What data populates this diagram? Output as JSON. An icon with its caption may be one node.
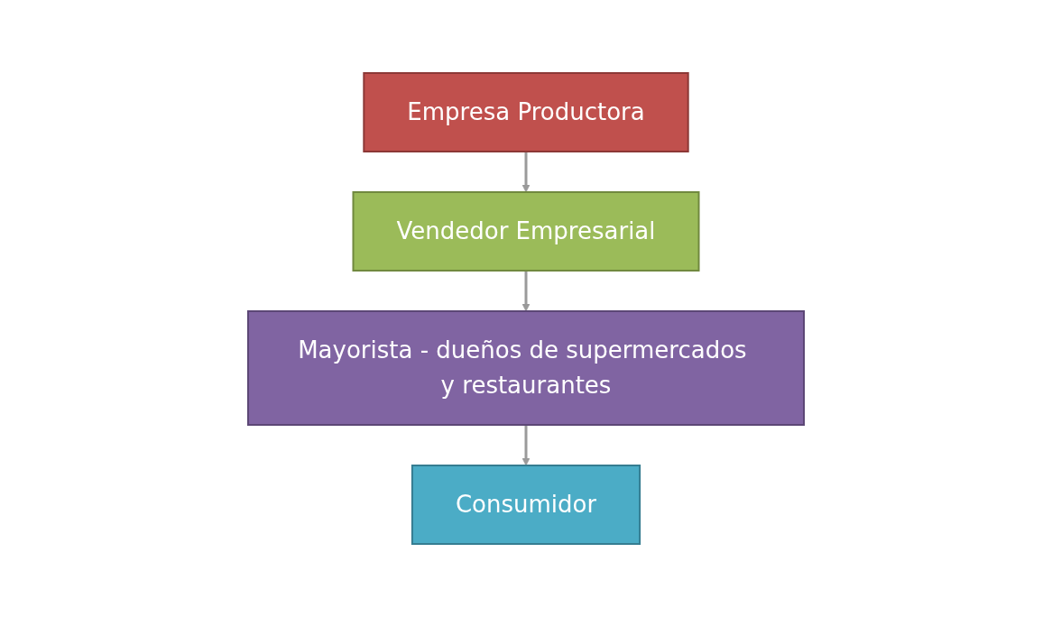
{
  "diagram": {
    "nodes": [
      {
        "text": [
          "Empresa Productora"
        ]
      },
      {
        "text": [
          "Vendedor Empresarial"
        ]
      },
      {
        "text": [
          "Mayorista - dueños de supermercados y restaurantes"
        ]
      },
      {
        "text": [
          "Consumidor"
        ]
      }
    ],
    "edges": [
      {
        "from": 0,
        "to": 1,
        "arrow": "to"
      },
      {
        "from": 1,
        "to": 2,
        "arrow": "to"
      },
      {
        "from": 2,
        "to": 3,
        "arrow": "to"
      }
    ]
  }
}
